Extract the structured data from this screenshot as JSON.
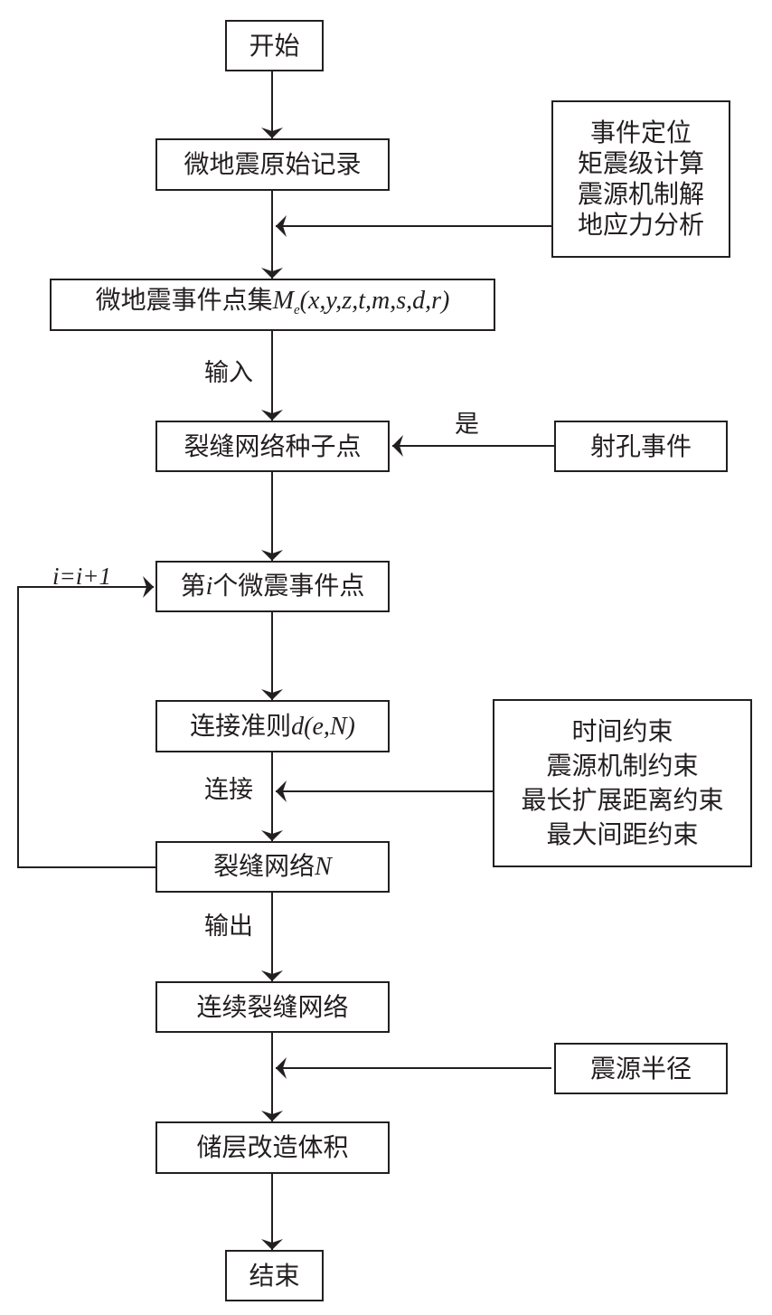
{
  "diagram": {
    "nodes": {
      "start": "开始",
      "raw_record": "微地震原始记录",
      "processing": [
        "事件定位",
        "矩震级计算",
        "震源机制解",
        "地应力分析"
      ],
      "event_set_prefix": "微地震事件点集",
      "event_set_symbol": "M",
      "event_set_subscript": "e",
      "event_set_args": "(x,y,z,t,m,s,d,r)",
      "seed": "裂缝网络种子点",
      "perforation": "射孔事件",
      "ith_prefix": "第",
      "ith_var": "i",
      "ith_suffix": "个微震事件点",
      "criterion_prefix": "连接准则",
      "criterion_expr": "d(e,N)",
      "constraints": [
        "时间约束",
        "震源机制约束",
        "最长扩展距离约束",
        "最大间距约束"
      ],
      "network_prefix": "裂缝网络",
      "network_var": "N",
      "continuous": "连续裂缝网络",
      "source_radius": "震源半径",
      "srv": "储层改造体积",
      "end": "结束"
    },
    "labels": {
      "input": "输入",
      "yes": "是",
      "loop": "i=i+1",
      "connect": "连接",
      "output": "输出"
    }
  }
}
